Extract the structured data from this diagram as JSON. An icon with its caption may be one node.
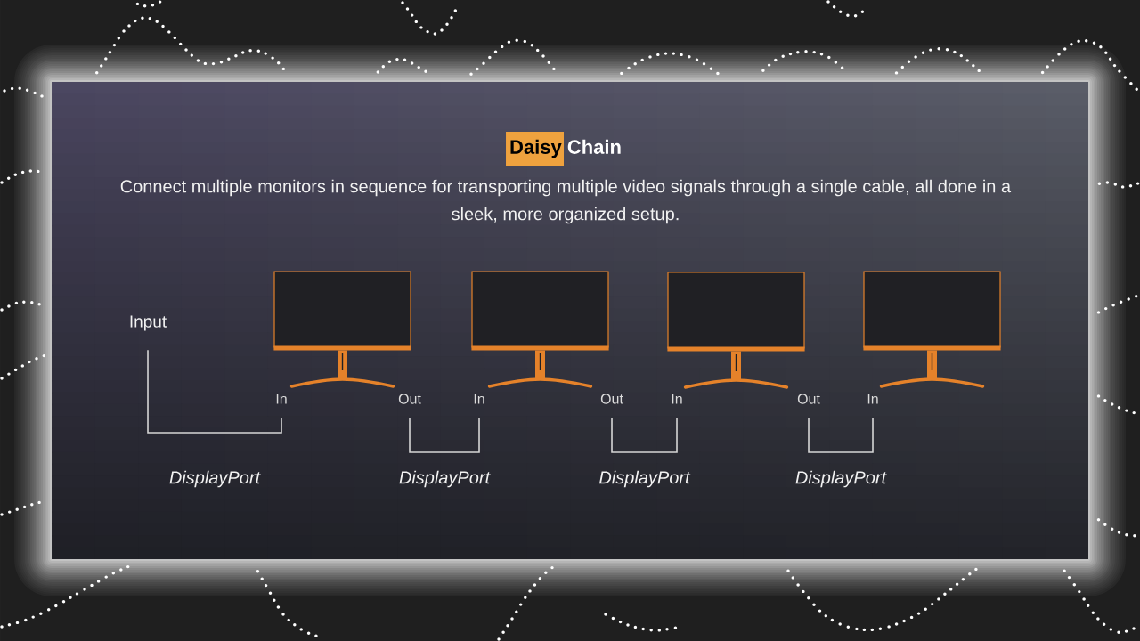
{
  "diagram": {
    "title": "Daisy Chain",
    "nodes": [
      {
        "text": [
          "Input"
        ]
      },
      {
        "text": [],
        "shape": "monitor"
      },
      {
        "text": [],
        "shape": "monitor"
      },
      {
        "text": [],
        "shape": "monitor"
      },
      {
        "text": [],
        "shape": "monitor"
      },
      {
        "text": [
          "In"
        ]
      },
      {
        "text": [
          "Out"
        ]
      },
      {
        "text": [
          "In"
        ]
      },
      {
        "text": [
          "Out"
        ]
      },
      {
        "text": [
          "In"
        ]
      },
      {
        "text": [
          "Out"
        ]
      },
      {
        "text": [
          "In"
        ]
      }
    ],
    "edges": [
      {
        "from": 0,
        "to": 5,
        "arrow": "none",
        "label": "DisplayPort"
      },
      {
        "from": 6,
        "to": 7,
        "arrow": "none",
        "label": "DisplayPort"
      },
      {
        "from": 8,
        "to": 9,
        "arrow": "none",
        "label": "DisplayPort"
      },
      {
        "from": 10,
        "to": 11,
        "arrow": "none",
        "label": "DisplayPort"
      }
    ],
    "labels": [
      "Connect multiple monitors in sequence for transporting multiple video signals through a single cable, all done in a sleek, more organized setup."
    ]
  }
}
